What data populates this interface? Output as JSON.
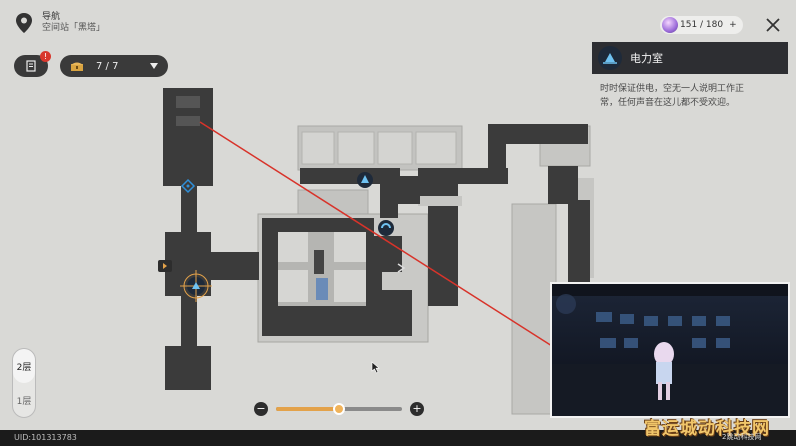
{
  "nav": {
    "icon": "map-pin-icon",
    "title": "导航",
    "subtitle": "空间站「黑塔」"
  },
  "quest_badge": "!",
  "chest": {
    "icon": "treasure-chest-icon",
    "count": "7 / 7"
  },
  "power": {
    "value": "151 / 180",
    "add_label": "+"
  },
  "panel": {
    "title": "电力室",
    "icon": "power-room-icon",
    "description_line1": "时时保证供电，空无一人说明工作正",
    "description_line2": "常，任何声音在这儿都不受欢迎。"
  },
  "floors": [
    {
      "label": "2层",
      "active": true
    },
    {
      "label": "1层",
      "active": false
    }
  ],
  "zoom": {
    "minus_label": "−",
    "plus_label": "+",
    "level": 0.5
  },
  "uid": "UID:101313783",
  "watermark": "富运城动科技网",
  "watermark_small": "2跳动科技网",
  "colors": {
    "map_background": "#d9d9d6",
    "corridor": "#3b3b3b",
    "room_gray": "#b7b7b5",
    "pointer_line": "#d8332a",
    "accent_gold": "#e3a24a",
    "marker_blue": "#2f8fd9"
  }
}
